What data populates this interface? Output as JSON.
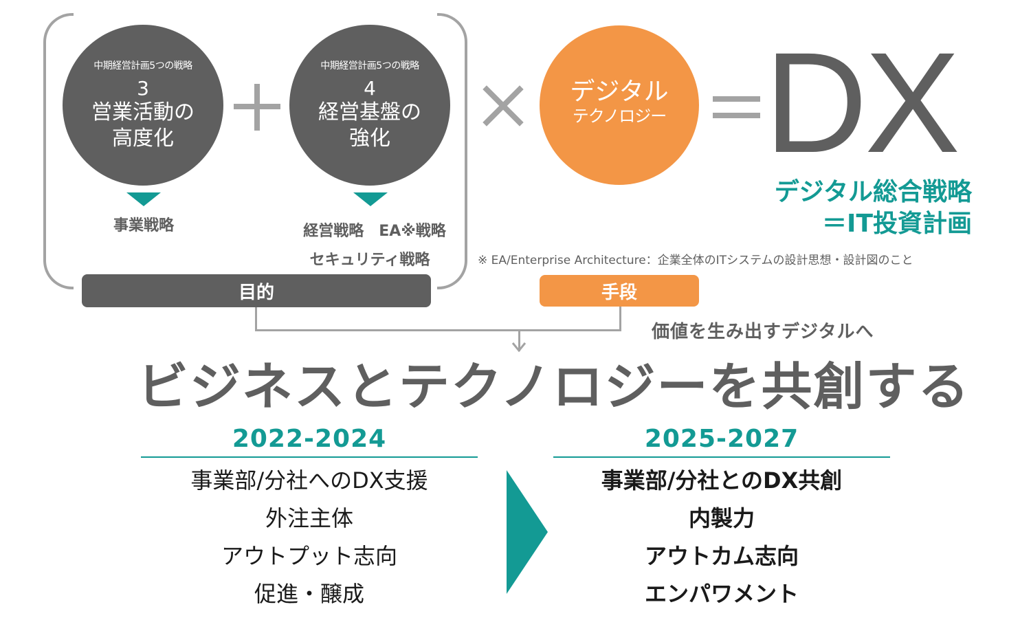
{
  "colors": {
    "dark_gray": "#5f5f5f",
    "light_gray": "#a3a3a3",
    "orange": "#f39646",
    "teal": "#139a94",
    "text_black": "#1a1a1a"
  },
  "purpose_group": {
    "strategy_3": {
      "caption": "中期経営計画5つの戦略",
      "number": "3",
      "title_line1": "営業活動の",
      "title_line2": "高度化",
      "result": "事業戦略"
    },
    "operator_plus": "+",
    "strategy_4": {
      "caption": "中期経営計画5つの戦略",
      "number": "4",
      "title_line1": "経営基盤の",
      "title_line2": "強化",
      "result_line1": "経営戦略　EA※戦略",
      "result_line2": "セキュリティ戦略"
    },
    "label": "目的"
  },
  "operator_times": "×",
  "means_group": {
    "circle_line1": "デジタル",
    "circle_line2": "テクノロジー",
    "label": "手段"
  },
  "operator_equals": "=",
  "result": {
    "big_text": "DX",
    "subtitle_line1": "デジタル総合戦略",
    "subtitle_line2": "＝IT投資計画"
  },
  "footnote": "※ EA/Enterprise Architecture：企業全体のITシステムの設計思想・設計図のこと",
  "tagline": "価値を生み出すデジタルへ",
  "main_title": "ビジネスとテクノロジーを共創する",
  "periods": [
    {
      "years": "2022-2024",
      "items": [
        "事業部/分社へのDX支援",
        "外注主体",
        "アウトプット志向",
        "促進・醸成"
      ]
    },
    {
      "years": "2025-2027",
      "items": [
        "事業部/分社とのDX共創",
        "内製力",
        "アウトカム志向",
        "エンパワメント"
      ]
    }
  ],
  "transition_icon": "triangle-right-icon"
}
